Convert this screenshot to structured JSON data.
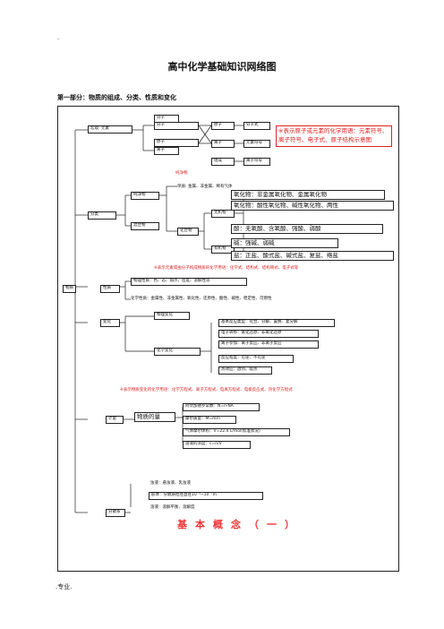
{
  "header_mark": "-",
  "title": "高中化学基础知识网络图",
  "section": "第一部分：物质的组成、分类、性质和变化",
  "footer": ".专业.",
  "nodes": {
    "root": "物质",
    "composition": "组成",
    "macro": "宏观: 元素",
    "micro_a": "分子",
    "micro_b": "原子",
    "micro_c": "离子",
    "formula_a": "分子式",
    "formula_b": "元素符号",
    "formula_c": "离子符号",
    "mol": "分子",
    "atom": "原子",
    "ion": "离子",
    "symbol_note": "※表示原子或元素的化学用语：元素符号、离子符号、电子式、原子结构示意图",
    "classify": "分类",
    "pure": "纯净物",
    "mixture": "混合物",
    "single": "单质: 金属、非金属、稀有气体",
    "compound": "化合物",
    "inorganic": "无机物",
    "organic": "有机物",
    "oxide1": "氧化物：非金属氧化物、金属氧化物",
    "oxide2": "氧化物：酸性氧化物、碱性氧化物、两性",
    "acid": "酸：无氧酸、含氧酸、强酸、弱酸",
    "base": "碱：强碱、弱碱",
    "salt": "盐：正盐、酸式盐、碱式盐、复盐、络盐",
    "formula_note": "※表示元素或由分子构成物质的化学用语：化学式、结构式、结构简式、电子式等",
    "property": "性质",
    "physical": "物理性质：色、态、熔点、密度、溶解性等",
    "chemical": "化学性质：金属性、非金属性、氧化性、还原性、酸性、碱性、稳定性、可燃性",
    "change": "变化",
    "phys_change": "物理变化",
    "chem_change": "化学变化",
    "c1": "基本反应类型：化合、分解、置换、复分解",
    "c2": "电子转移：氧化还原、非氧化还原",
    "c3": "离子参加：离子反应、非离子反应",
    "c4": "反应程度：可逆、不可逆",
    "c5": "热效应：放热、吸热",
    "change_note": "※表示物质变化的化学用语：化学方程式、离子方程式、电离方程式、电极反应式、热化学方程式",
    "quantity": "计量",
    "amount": "物质的量",
    "q1": "阿伏加德罗常数：N=n·NA",
    "q2": "摩尔质量：M=m/n",
    "q3": "气体摩尔体积：V=22.4 L/mol(标准状况)",
    "q4": "溶液的浓度：c=n/V",
    "dispersion": "分散系",
    "d1": "浊液：悬浊液、乳浊液",
    "d2": "胶体：分散质粒径直径10⁻⁹~10⁻⁷m",
    "d3": "溶液：溶解平衡、溶解度"
  },
  "banner": "基本概念（一）",
  "colors": {
    "accent": "#dd2222",
    "line": "#222222"
  }
}
